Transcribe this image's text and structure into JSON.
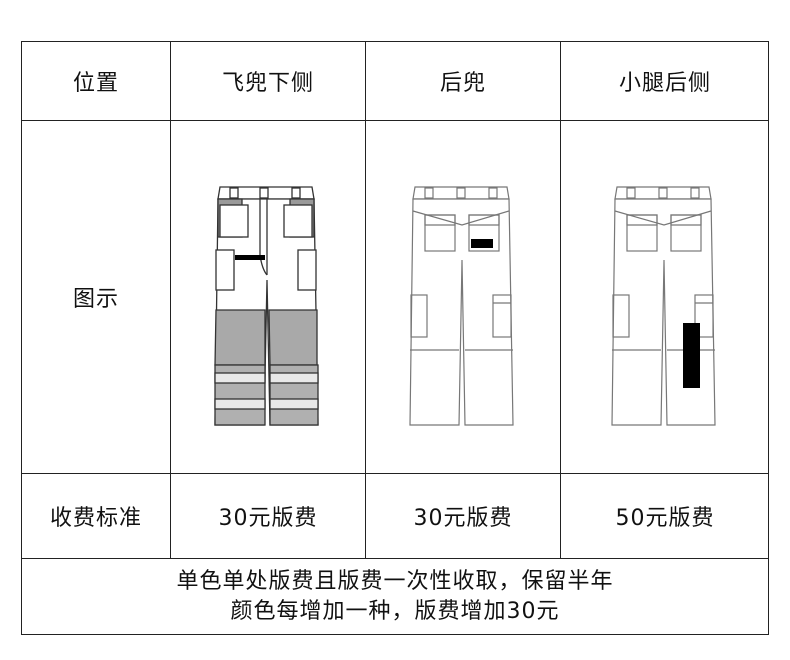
{
  "header": {
    "position_label": "位置",
    "col1": "飞兜下侧",
    "col2": "后兜",
    "col3": "小腿后侧"
  },
  "illustration_row": {
    "label": "图示",
    "col1_icon": "pants-front-reflective-icon",
    "col2_icon": "pants-back-pocket-mark-icon",
    "col3_icon": "pants-back-calf-mark-icon"
  },
  "fee_row": {
    "label": "收费标准",
    "col1": "30元版费",
    "col2": "30元版费",
    "col3": "50元版费"
  },
  "note": {
    "line1": "单色单处版费且版费一次性收取，保留半年",
    "line2": "颜色每增加一种，版费增加30元"
  },
  "colors": {
    "border": "#222222",
    "mark": "#000000",
    "reflective_band": "#a0a0a0"
  }
}
